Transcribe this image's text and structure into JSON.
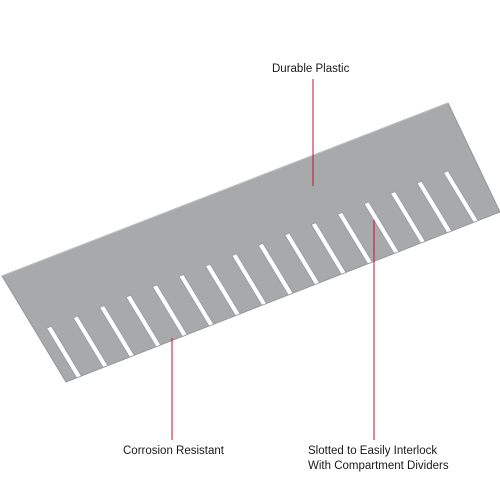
{
  "callouts": {
    "material": "Durable Plastic",
    "resistance": "Corrosion Resistant",
    "slots_line1": "Slotted to Easily Interlock",
    "slots_line2": "With Compartment Dividers"
  },
  "colors": {
    "panel_fill": "#a8a9ab",
    "panel_edge": "#8f9092",
    "slot_fill": "#ffffff",
    "leader_line": "#c8102e",
    "label_text": "#1a1a1a"
  }
}
